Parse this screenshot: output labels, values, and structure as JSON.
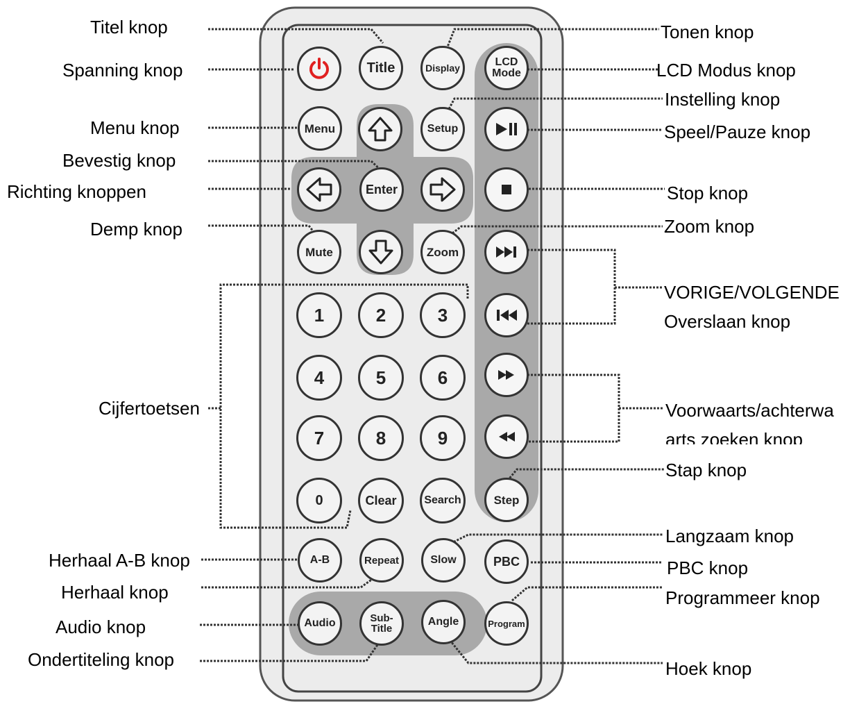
{
  "labels": {
    "left": {
      "titel": "Titel knop",
      "spanning": "Spanning knop",
      "menu": "Menu knop",
      "bevestig": "Bevestig knop",
      "richting": "Richting knoppen",
      "demp": "Demp knop",
      "cijfertoetsen": "Cijfertoetsen",
      "herhaal_ab": "Herhaal A-B knop",
      "herhaal": "Herhaal knop",
      "audio": "Audio knop",
      "ondertiteling": "Ondertiteling knop"
    },
    "right": {
      "tonen": "Tonen knop",
      "lcd_modus": "LCD Modus knop",
      "instelling": "Instelling knop",
      "speel_pauze": "Speel/Pauze knop",
      "stop": "Stop knop",
      "zoom": "Zoom knop",
      "skip_line1": "VORIGE/VOLGENDE",
      "skip_line2": "Overslaan knop",
      "search_line1": "Voorwaarts/achterwa",
      "search_line2": "arts zoeken knop",
      "stap": "Stap knop",
      "langzaam": "Langzaam knop",
      "pbc": "PBC knop",
      "programmeer": "Programmeer knop",
      "hoek": "Hoek knop"
    }
  },
  "buttons": {
    "title": "Title",
    "display": "Display",
    "lcd_mode": "LCD\nMode",
    "menu": "Menu",
    "setup": "Setup",
    "enter": "Enter",
    "mute": "Mute",
    "zoom": "Zoom",
    "n1": "1",
    "n2": "2",
    "n3": "3",
    "n4": "4",
    "n5": "5",
    "n6": "6",
    "n7": "7",
    "n8": "8",
    "n9": "9",
    "n0": "0",
    "clear": "Clear",
    "search": "Search",
    "step": "Step",
    "ab": "A-B",
    "repeat": "Repeat",
    "slow": "Slow",
    "pbc": "PBC",
    "audio": "Audio",
    "subtitle": "Sub-\nTitle",
    "angle": "Angle",
    "program": "Program"
  },
  "icons": {
    "power": "power-icon",
    "up": "arrow-up-icon",
    "down": "arrow-down-icon",
    "left": "arrow-left-icon",
    "right": "arrow-right-icon",
    "play_pause": "play-pause-icon",
    "stop": "stop-icon",
    "next": "skip-next-icon",
    "prev": "skip-previous-icon",
    "ff": "fast-forward-icon",
    "rew": "rewind-icon"
  },
  "colors": {
    "remote_body": "#ececec",
    "panel": "#a9a9a9",
    "power_red": "#e02020",
    "leader": "#333333"
  }
}
